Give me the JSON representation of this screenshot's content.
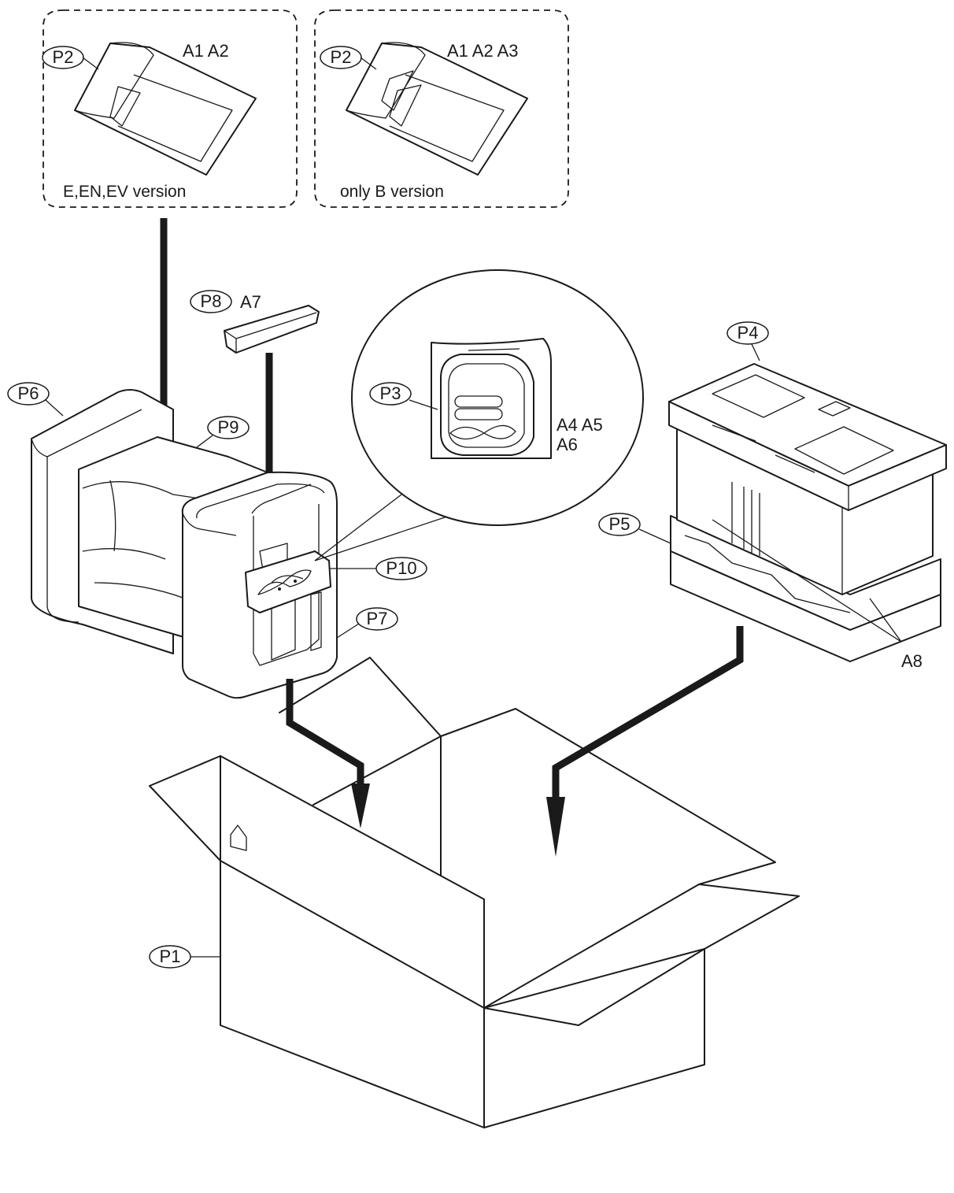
{
  "callouts": {
    "p1": "P1",
    "p2_left": "P2",
    "p2_right": "P2",
    "p3": "P3",
    "p4": "P4",
    "p5": "P5",
    "p6": "P6",
    "p7": "P7",
    "p8": "P8",
    "p9": "P9",
    "p10": "P10"
  },
  "labels": {
    "a1a2_left": "A1 A2",
    "a1a2a3_right": "A1 A2 A3",
    "a7": "A7",
    "a4a5": "A4 A5",
    "a6": "A6",
    "a8": "A8"
  },
  "captions": {
    "left_box": "E,EN,EV version",
    "right_box": "only B version"
  }
}
